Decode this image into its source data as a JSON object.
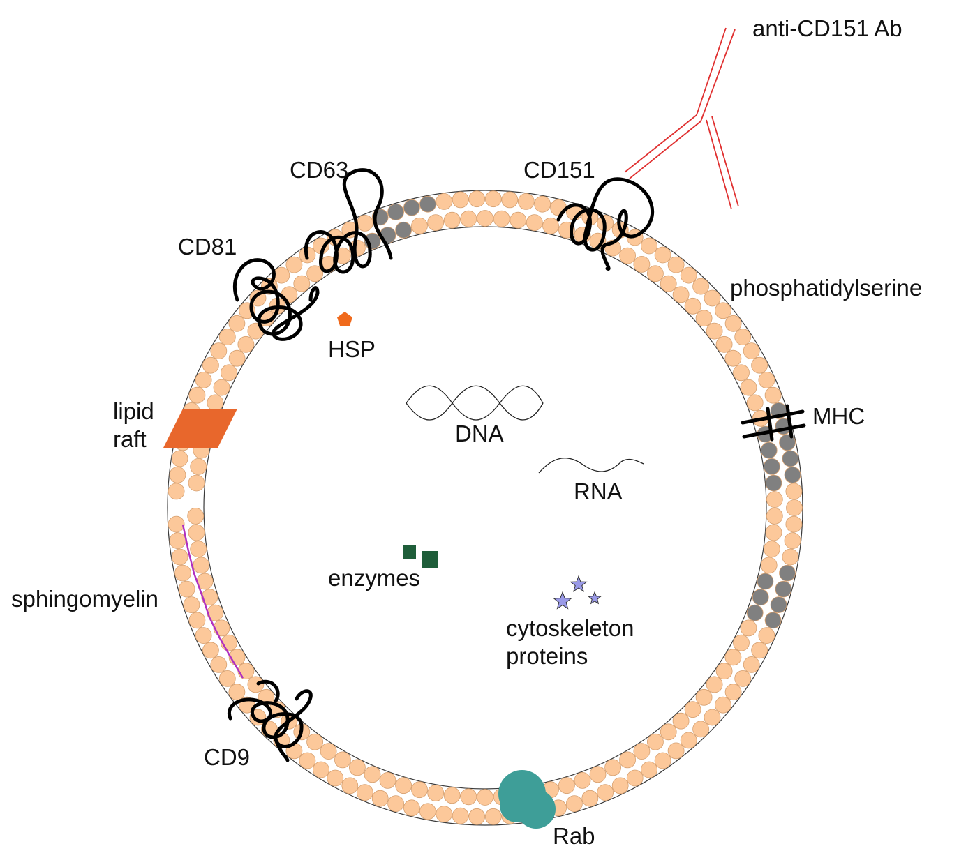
{
  "labels": {
    "anti_cd151_ab": "anti-CD151 Ab",
    "cd63": "CD63",
    "cd151": "CD151",
    "cd81": "CD81",
    "phosphatidylserine": "phosphatidylserine",
    "hsp": "HSP",
    "lipid": "lipid",
    "raft": "raft",
    "mhc": "MHC",
    "dna": "DNA",
    "rna": "RNA",
    "enzymes": "enzymes",
    "sphingomyelin": "sphingomyelin",
    "cytoskeleton": "cytoskeleton",
    "proteins": "proteins",
    "cd9": "CD9",
    "rab": "Rab"
  },
  "colors": {
    "lipid_head": "#fcc89a",
    "phosphatidylserine_head": "#808080",
    "lipid_raft": "#e8672c",
    "antibody": "#e03030",
    "sphingomyelin": "#b030c0",
    "rab": "#3e9e98",
    "enzymes": "#1f5e3a",
    "cytoskeleton_star": "#9a9ae8",
    "hsp": "#f06a1c",
    "tetraspanin": "#000000"
  }
}
